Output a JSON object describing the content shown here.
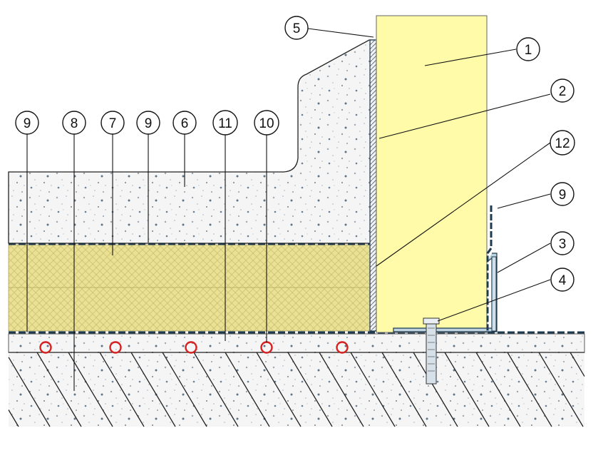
{
  "figure": {
    "callouts": [
      {
        "id": "c1",
        "label": "1"
      },
      {
        "id": "c2",
        "label": "2"
      },
      {
        "id": "c3",
        "label": "3"
      },
      {
        "id": "c4",
        "label": "4"
      },
      {
        "id": "c5",
        "label": "5"
      },
      {
        "id": "c6",
        "label": "6"
      },
      {
        "id": "c7",
        "label": "7"
      },
      {
        "id": "c8",
        "label": "8"
      },
      {
        "id": "c9a",
        "label": "9"
      },
      {
        "id": "c9b",
        "label": "9"
      },
      {
        "id": "c9c",
        "label": "9"
      },
      {
        "id": "c10",
        "label": "10"
      },
      {
        "id": "c11",
        "label": "11"
      },
      {
        "id": "c12",
        "label": "12"
      }
    ]
  },
  "colors": {
    "insulation_panel": "#FFFBA8",
    "mineral_wool": "#EAE193",
    "screed": "#F4F4F4",
    "membrane": "#1E3A4F",
    "heating_pipe": "#D62020",
    "angle_bracket": "#BFD4E0",
    "outline": "#222222"
  }
}
